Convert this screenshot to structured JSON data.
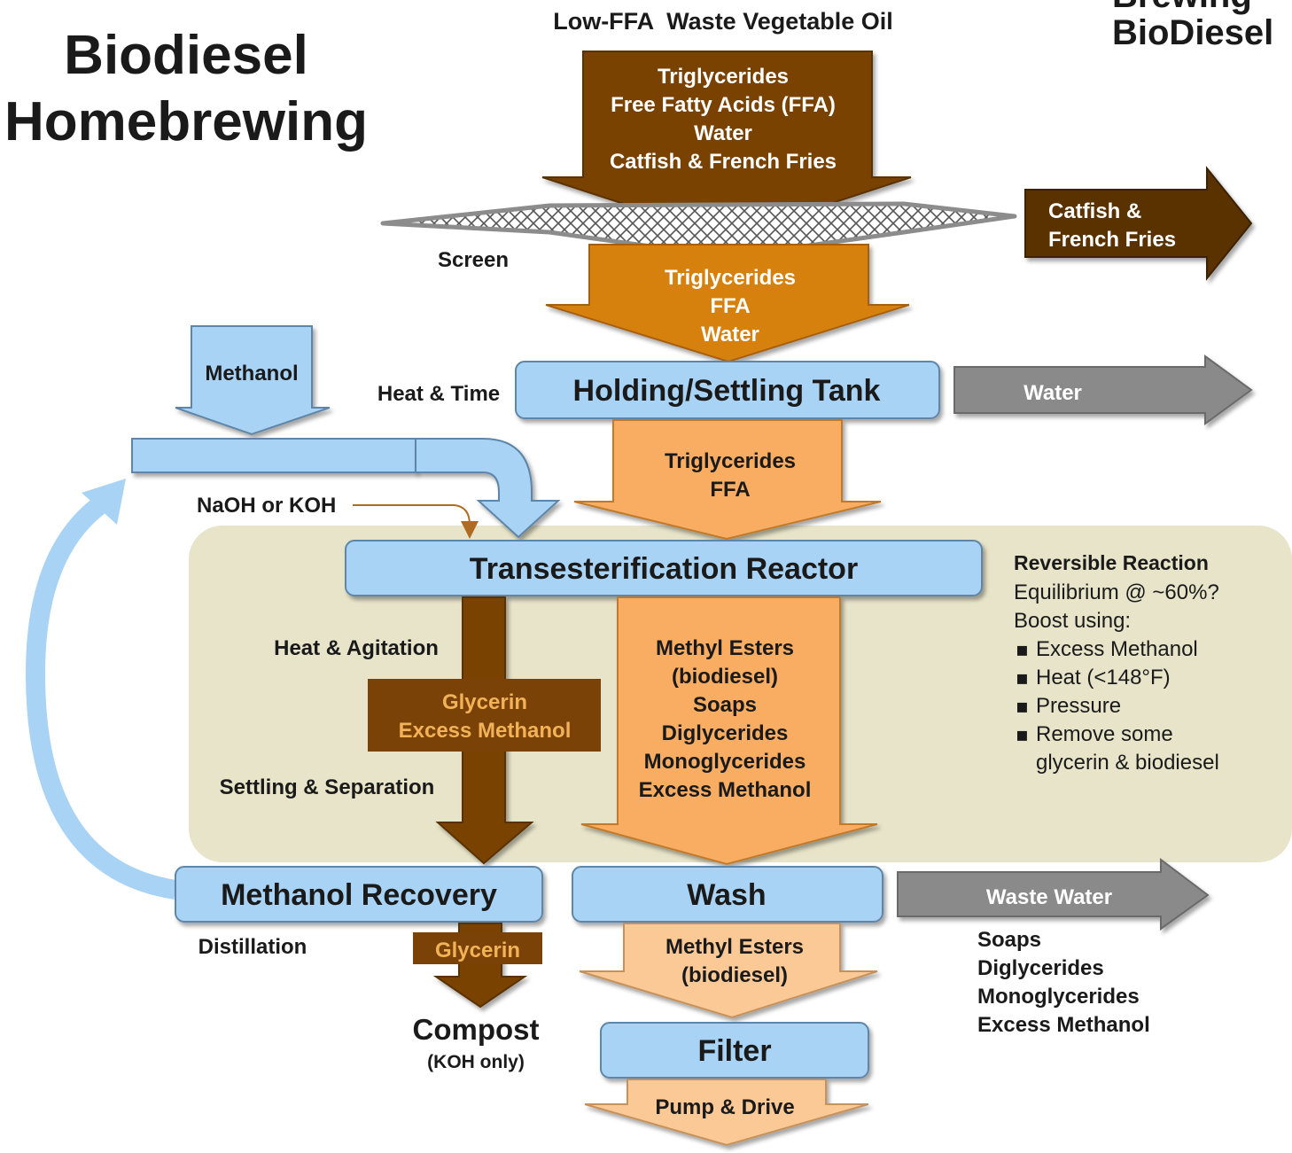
{
  "title_main": [
    "Biodiesel",
    "Homebrewing"
  ],
  "title_corner": [
    "Brewing",
    "BioDiesel"
  ],
  "input": {
    "label": "Low-FFA  Waste Vegetable Oil",
    "contents": [
      "Triglycerides",
      "Free Fatty Acids (FFA)",
      "Water",
      "Catfish & French Fries"
    ]
  },
  "screen": {
    "label": "Screen",
    "removed": [
      "Catfish &",
      "French Fries"
    ],
    "after": [
      "Triglycerides",
      "FFA",
      "Water"
    ]
  },
  "methanol": "Methanol",
  "catalyst": "NaOH or KOH",
  "holding_tank": {
    "title": "Holding/Settling Tank",
    "condition": "Heat & Time",
    "removed": "Water",
    "after": [
      "Triglycerides",
      "FFA"
    ]
  },
  "reactor": {
    "title": "Transesterification Reactor",
    "glycerin_side": {
      "process_top": "Heat & Agitation",
      "contents": [
        "Glycerin",
        "Excess Methanol"
      ],
      "process_bottom": "Settling & Separation"
    },
    "ester_side": [
      "Methyl Esters",
      "(biodiesel)",
      "Soaps",
      "Diglycerides",
      "Monoglycerides",
      "Excess Methanol"
    ],
    "notes": {
      "heading": "Reversible Reaction",
      "lines": [
        "Equilibrium @ ~60%?",
        "Boost using:"
      ],
      "bullets": [
        "Excess Methanol",
        "Heat (<148°F)",
        "Pressure",
        "Remove some"
      ],
      "bullet_continuation": "glycerin & biodiesel"
    }
  },
  "methanol_recovery": {
    "title": "Methanol Recovery",
    "method": "Distillation",
    "output": "Glycerin",
    "destination": "Compost",
    "destination_note": "(KOH only)"
  },
  "wash": {
    "title": "Wash",
    "removed": "Waste Water",
    "removed_contents": [
      "Soaps",
      "Diglycerides",
      "Monoglycerides",
      "Excess Methanol"
    ],
    "after": [
      "Methyl Esters",
      "(biodiesel)"
    ]
  },
  "filter": {
    "title": "Filter",
    "output": "Pump & Drive"
  },
  "colors": {
    "dark_brown": "#7a4206",
    "mid_orange": "#d6800f",
    "light_orange": "#f8ad63",
    "pale_orange": "#fbc996",
    "blue_box": "#a9d3f5",
    "gray_arrow": "#8a8a8a",
    "reactor_panel": "#e7e4c9"
  }
}
